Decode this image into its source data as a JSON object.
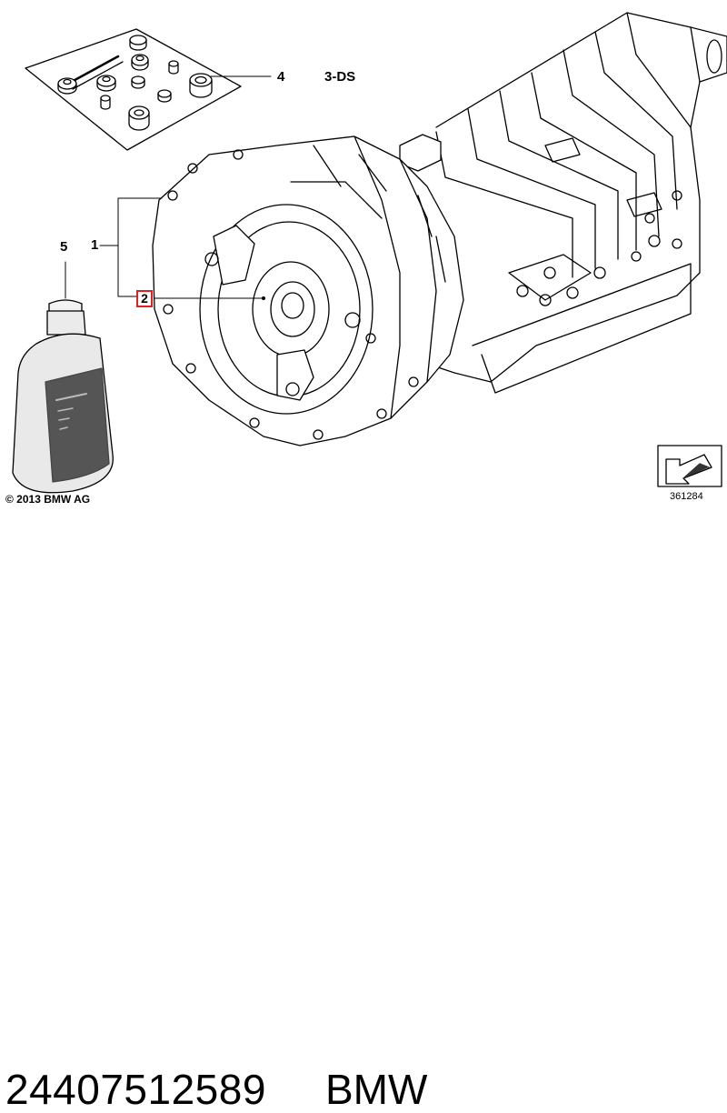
{
  "callouts": {
    "c1": "1",
    "c2": "2",
    "c4": "4",
    "c5": "5",
    "kit": "3-DS"
  },
  "highlight_color": "#e02020",
  "copyright": "© 2013 BMW AG",
  "diagram_number": "361284",
  "footer": {
    "part_number": "24407512589",
    "brand": "BMW"
  }
}
